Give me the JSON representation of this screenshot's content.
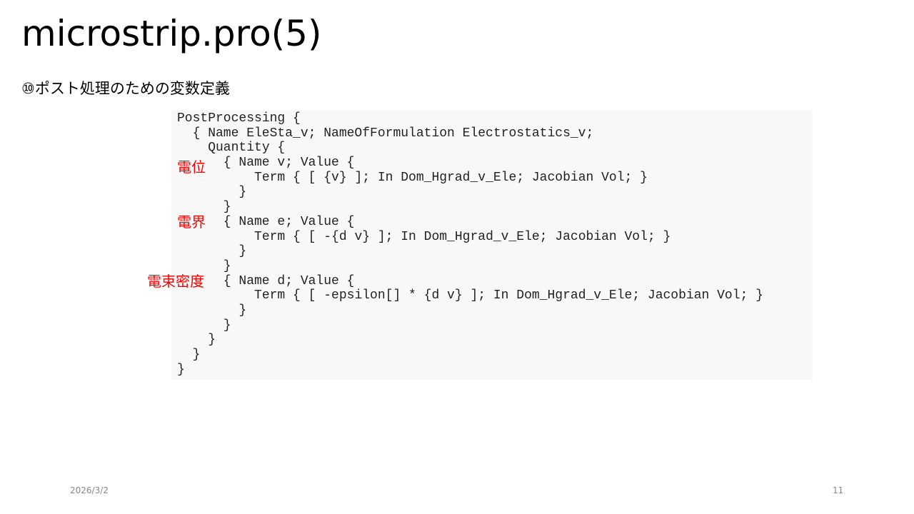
{
  "title": "microstrip.pro(5)",
  "subtitle": "⑩ポスト処理のための変数定義",
  "code_lines": [
    "PostProcessing {",
    "  { Name EleSta_v; NameOfFormulation Electrostatics_v;",
    "    Quantity {",
    "      { Name v; Value {",
    "          Term { [ {v} ]; In Dom_Hgrad_v_Ele; Jacobian Vol; }",
    "        }",
    "      }",
    "      { Name e; Value {",
    "          Term { [ -{d v} ]; In Dom_Hgrad_v_Ele; Jacobian Vol; }",
    "        }",
    "      }",
    "      { Name d; Value {",
    "          Term { [ -epsilon[] * {d v} ]; In Dom_Hgrad_v_Ele; Jacobian Vol; }",
    "        }",
    "      }",
    "    }",
    "  }",
    "}"
  ],
  "labels": {
    "potential": "電位",
    "field": "電界",
    "flux_density": "電束密度"
  },
  "footer": {
    "date": "2026/3/2",
    "page": "11"
  }
}
